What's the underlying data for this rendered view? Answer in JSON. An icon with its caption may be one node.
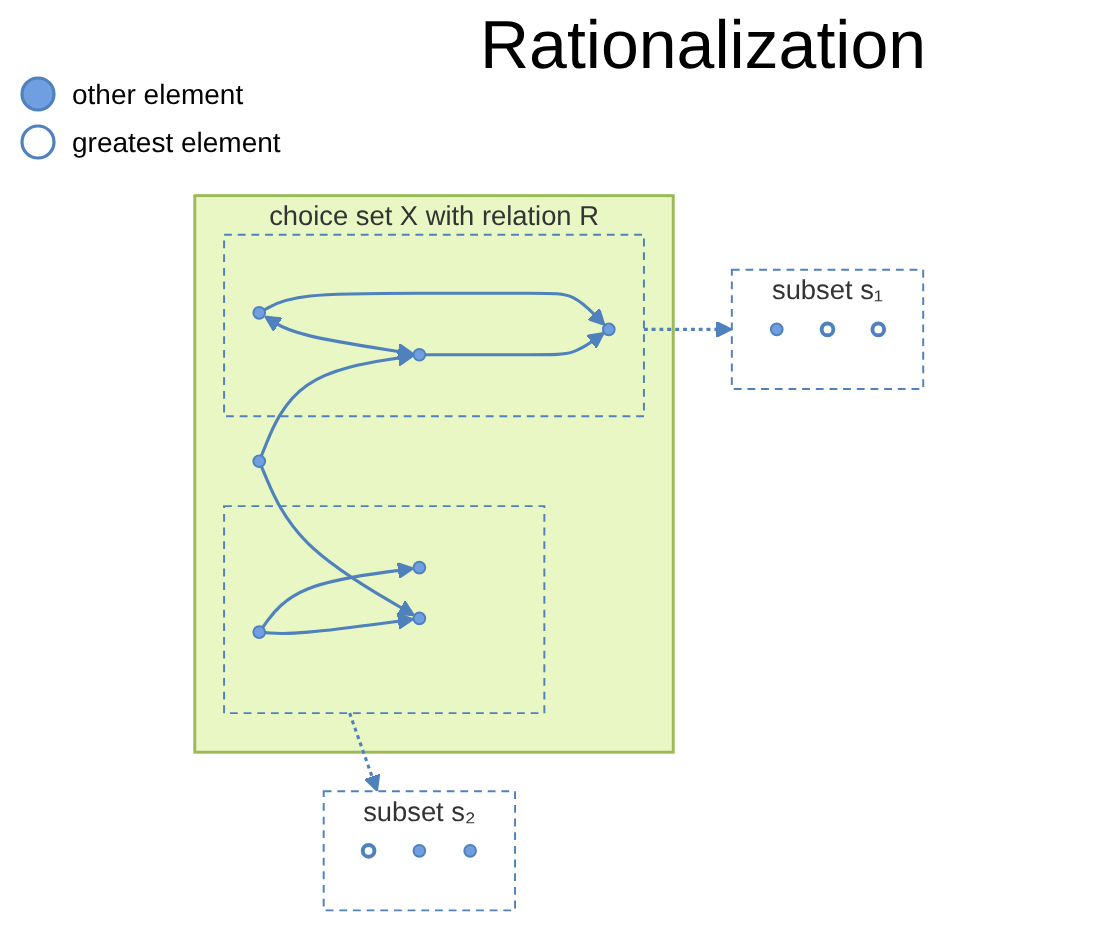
{
  "diagram": {
    "title": "Rationalization",
    "nodes": [
      {
        "text": [
          "choice set X with relation R"
        ]
      },
      {
        "text": [],
        "shape": "cloud",
        "in": 0
      },
      {
        "text": [],
        "shape": "circle",
        "in": 1
      },
      {
        "text": [],
        "shape": "circle",
        "in": 1
      },
      {
        "text": [],
        "shape": "circle",
        "in": 1
      },
      {
        "text": [],
        "shape": "cloud",
        "in": 0
      },
      {
        "text": [],
        "shape": "circle",
        "in": 5
      },
      {
        "text": [],
        "shape": "circle",
        "in": 5
      },
      {
        "text": [],
        "shape": "circle",
        "in": 5
      },
      {
        "text": [],
        "shape": "circle",
        "in": 0
      },
      {
        "text": [
          "subset s₁"
        ]
      },
      {
        "text": [],
        "shape": "circle",
        "in": 10
      },
      {
        "text": [],
        "shape": "circle",
        "in": 10
      },
      {
        "text": [],
        "shape": "circle",
        "in": 10
      },
      {
        "text": [
          "subset s₂"
        ]
      },
      {
        "text": [],
        "shape": "circle",
        "in": 14
      },
      {
        "text": [],
        "shape": "circle",
        "in": 14
      },
      {
        "text": [],
        "shape": "circle",
        "in": 14
      }
    ],
    "edges": [
      {
        "from": 2,
        "to": 3,
        "arrow": "to"
      },
      {
        "from": 2,
        "to": 4,
        "arrow": "to"
      },
      {
        "from": 9,
        "to": 4,
        "arrow": "to"
      },
      {
        "from": 9,
        "to": 8,
        "arrow": "to"
      },
      {
        "from": 7,
        "to": 6,
        "arrow": "to"
      },
      {
        "from": 8,
        "to": 6,
        "arrow": "to"
      },
      {
        "from": 7,
        "to": 8,
        "arrow": "both"
      },
      {
        "from": 5,
        "to": 10,
        "arrow": "to",
        "style": "dashed"
      },
      {
        "from": 1,
        "to": 14,
        "arrow": "to",
        "style": "dashed"
      }
    ],
    "legend": [
      {
        "text": "other element"
      },
      {
        "text": "greatest element"
      }
    ]
  }
}
